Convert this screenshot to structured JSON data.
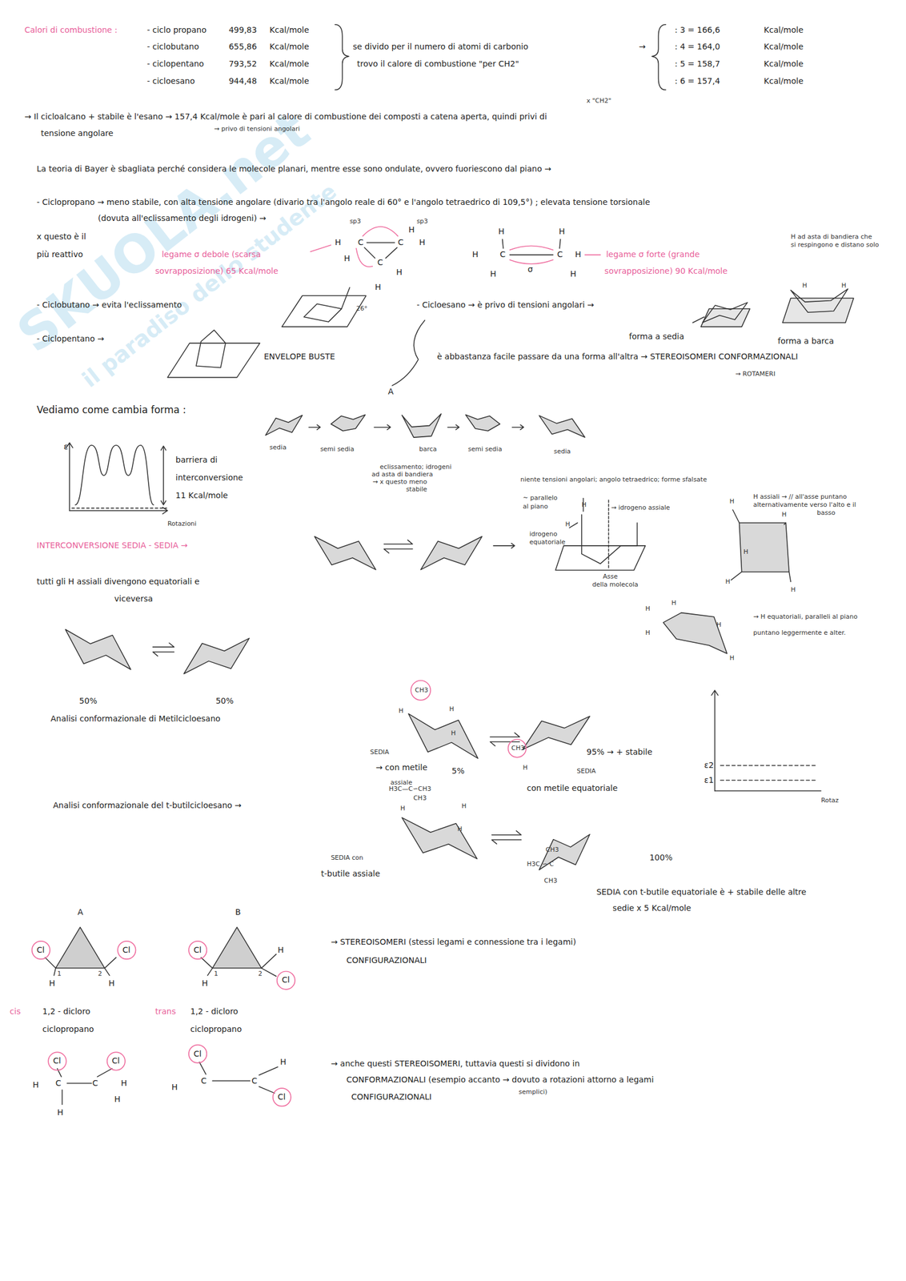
{
  "diagram": {
    "title": "Calori di combustione :",
    "labels": [
      "- ciclo propano",
      "499,83",
      "Kcal/mole",
      "- ciclobutano",
      "655,86",
      "Kcal/mole",
      "- ciclopentano",
      "793,52",
      "Kcal/mole",
      "- cicloesano",
      "944,48",
      "Kcal/mole",
      "se divido per il numero di atomi di carbonio",
      "trovo il calore di combustione \"per CH2\"",
      "→",
      ": 3 = 166,6",
      "Kcal/mole",
      ": 4 = 164,0",
      "Kcal/mole",
      ": 5 = 158,7",
      "Kcal/mole",
      ": 6 = 157,4",
      "Kcal/mole",
      "x \"CH2\"",
      "→ Il cicloalcano + stabile è l'esano → 157,4 Kcal/mole è pari al calore di combustione dei composti a catena aperta, quindi privi di",
      "tensione angolare",
      "→ privo di tensioni angolari",
      "La teoria di Bayer è sbagliata perché considera le molecole planari, mentre esse sono ondulate, ovvero fuoriescono dal piano →",
      "- Ciclopropano → meno stabile, con alta tensione angolare (divario tra l'angolo reale di 60° e l'angolo tetraedrico di 109,5°) ; elevata tensione torsionale",
      "(dovuta all'eclissamento degli idrogeni) →",
      "x questo è il",
      "più reattivo",
      "legame σ debole (scarsa",
      "sovrapposizione) 65 Kcal/mole",
      "legame σ forte (grande",
      "sovrapposizione) 90 Kcal/mole",
      "H ad asta di bandiera che",
      "si respingono e distano solo",
      "sp3",
      "sp3",
      "H",
      "C",
      "C",
      "H",
      "H",
      "C",
      "H",
      "H",
      "H",
      "H",
      "C",
      "C",
      "H",
      "H",
      "H",
      "H",
      "σ",
      "H",
      "- Ciclobutano → evita l'eclissamento",
      "26°",
      "- Ciclopentano →",
      "ENVELOPE BUSTE",
      "A",
      "- Cicloesano → è privo di tensioni angolari →",
      "forma a sedia",
      "forma a barca",
      "H",
      "H",
      "è abbastanza facile passare da una forma all'altra → STEREOISOMERI CONFORMAZIONALI",
      "→ ROTAMERI",
      "Vediamo come cambia forma :",
      "ε",
      "barriera di",
      "interconversione",
      "11 Kcal/mole",
      "Rotazioni",
      "sedia",
      "semi sedia",
      "barca",
      "semi sedia",
      "sedia",
      "eclissamento; idrogeni",
      "ad asta di bandiera",
      "→ x questo meno",
      "stabile",
      "niente tensioni angolari; angolo tetraedrico; forme sfalsate",
      "INTERCONVERSIONE SEDIA - SEDIA →",
      "tutti gli H assiali divengono equatoriali e",
      "viceversa",
      "~ parallelo",
      "al piano",
      "H",
      "→ idrogeno assiale",
      "H",
      "idrogeno",
      "equatoriale",
      "Asse",
      "della molecola",
      "H assiali → // all'asse puntano",
      "alternativamente verso l'alto e il",
      "basso",
      "H",
      "H",
      "H",
      "H",
      "H",
      "H",
      "H",
      "H",
      "H",
      "H",
      "→ H equatoriali, paralleli al piano",
      "puntano leggermente e alter.",
      "50%",
      "50%",
      "Analisi conformazionale di Metilcicloesano",
      "CH3",
      "H",
      "H",
      "H",
      "SEDIA",
      "→ con metile",
      "assiale",
      "5%",
      "95% → + stabile",
      "CH3",
      "H",
      "SEDIA",
      "con metile equatoriale",
      "ε2",
      "ε1",
      "Rotaz",
      "Analisi conformazionale del t-butilcicloesano →",
      "H3C—C∽CH3",
      "CH3",
      "H",
      "H",
      "H",
      "SEDIA con",
      "t-butile assiale",
      "CH3",
      "H3C ∽ C",
      "CH3",
      "100%",
      "SEDIA con t-butile equatoriale è + stabile delle altre",
      "sedie x 5 Kcal/mole",
      "A",
      "B",
      "Cl",
      "Cl",
      "1",
      "2",
      "H",
      "H",
      "Cl",
      "H",
      "1",
      "2",
      "H",
      "Cl",
      "cis",
      "1,2 - dicloro",
      "ciclopropano",
      "trans",
      "1,2 - dicloro",
      "ciclopropano",
      "→ STEREOISOMERI (stessi legami e connessione tra i legami)",
      "CONFIGURAZIONALI",
      "Cl",
      "Cl",
      "H",
      "C",
      "C",
      "H",
      "H",
      "H",
      "Cl",
      "H",
      "H",
      "C",
      "C",
      "Cl",
      "→ anche questi STEREOISOMERI, tuttavia questi si dividono in",
      "CONFORMAZIONALI (esempio accanto → dovuto a rotazioni attorno a legami",
      "semplici)",
      "CONFIGURAZIONALI",
      "SKUOLA.net",
      "il paradiso dello studente"
    ]
  }
}
